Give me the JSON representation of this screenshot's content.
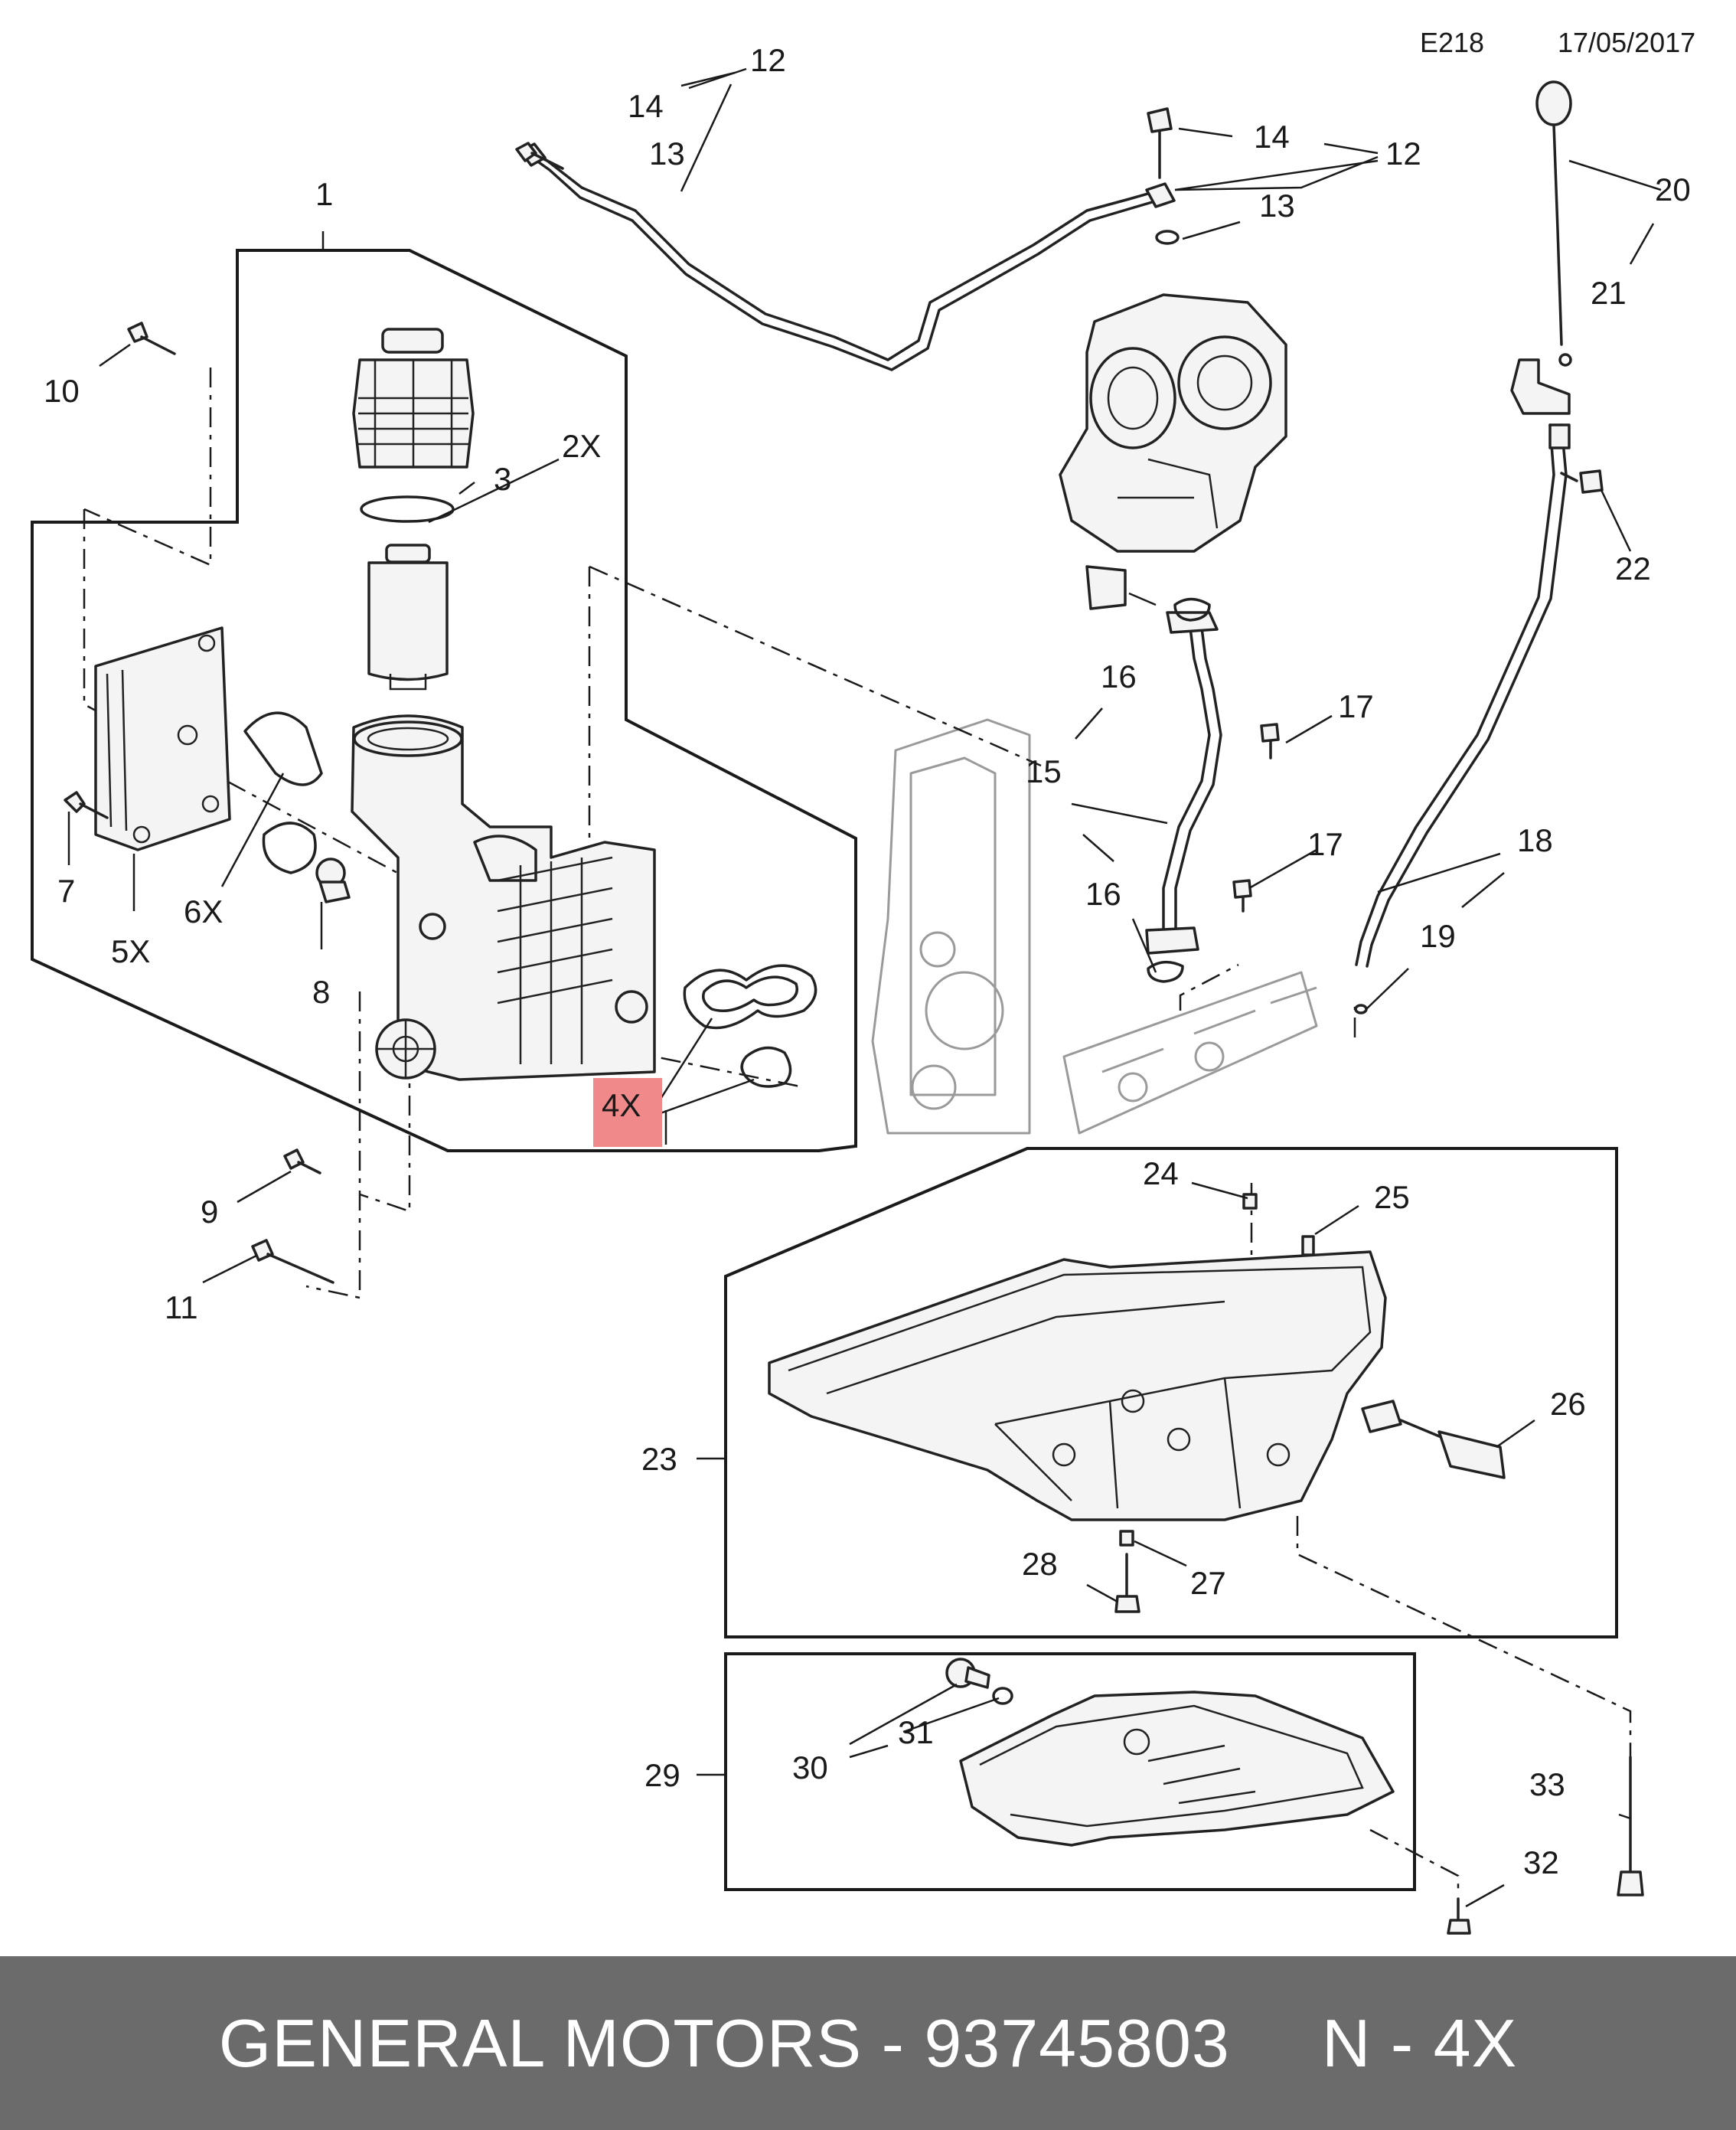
{
  "header": {
    "code": "E218",
    "date": "17/05/2017"
  },
  "callouts": {
    "c1": "1",
    "c2x": "2X",
    "c3": "3",
    "c4x": "4X",
    "c5x": "5X",
    "c6x": "6X",
    "c7": "7",
    "c8": "8",
    "c9": "9",
    "c10": "10",
    "c11": "11",
    "c12a": "12",
    "c12b": "12",
    "c13a": "13",
    "c13b": "13",
    "c14a": "14",
    "c14b": "14",
    "c15": "15",
    "c16a": "16",
    "c16b": "16",
    "c17a": "17",
    "c17b": "17",
    "c18": "18",
    "c19": "19",
    "c20": "20",
    "c21": "21",
    "c22": "22",
    "c23": "23",
    "c24": "24",
    "c25": "25",
    "c26": "26",
    "c27": "27",
    "c28": "28",
    "c29": "29",
    "c30": "30",
    "c31": "31",
    "c32": "32",
    "c33": "33"
  },
  "highlight": {
    "color": "#f08a8a"
  },
  "footer": {
    "brand_part": "GENERAL MOTORS - 93745803",
    "qty": "N - 4X"
  }
}
